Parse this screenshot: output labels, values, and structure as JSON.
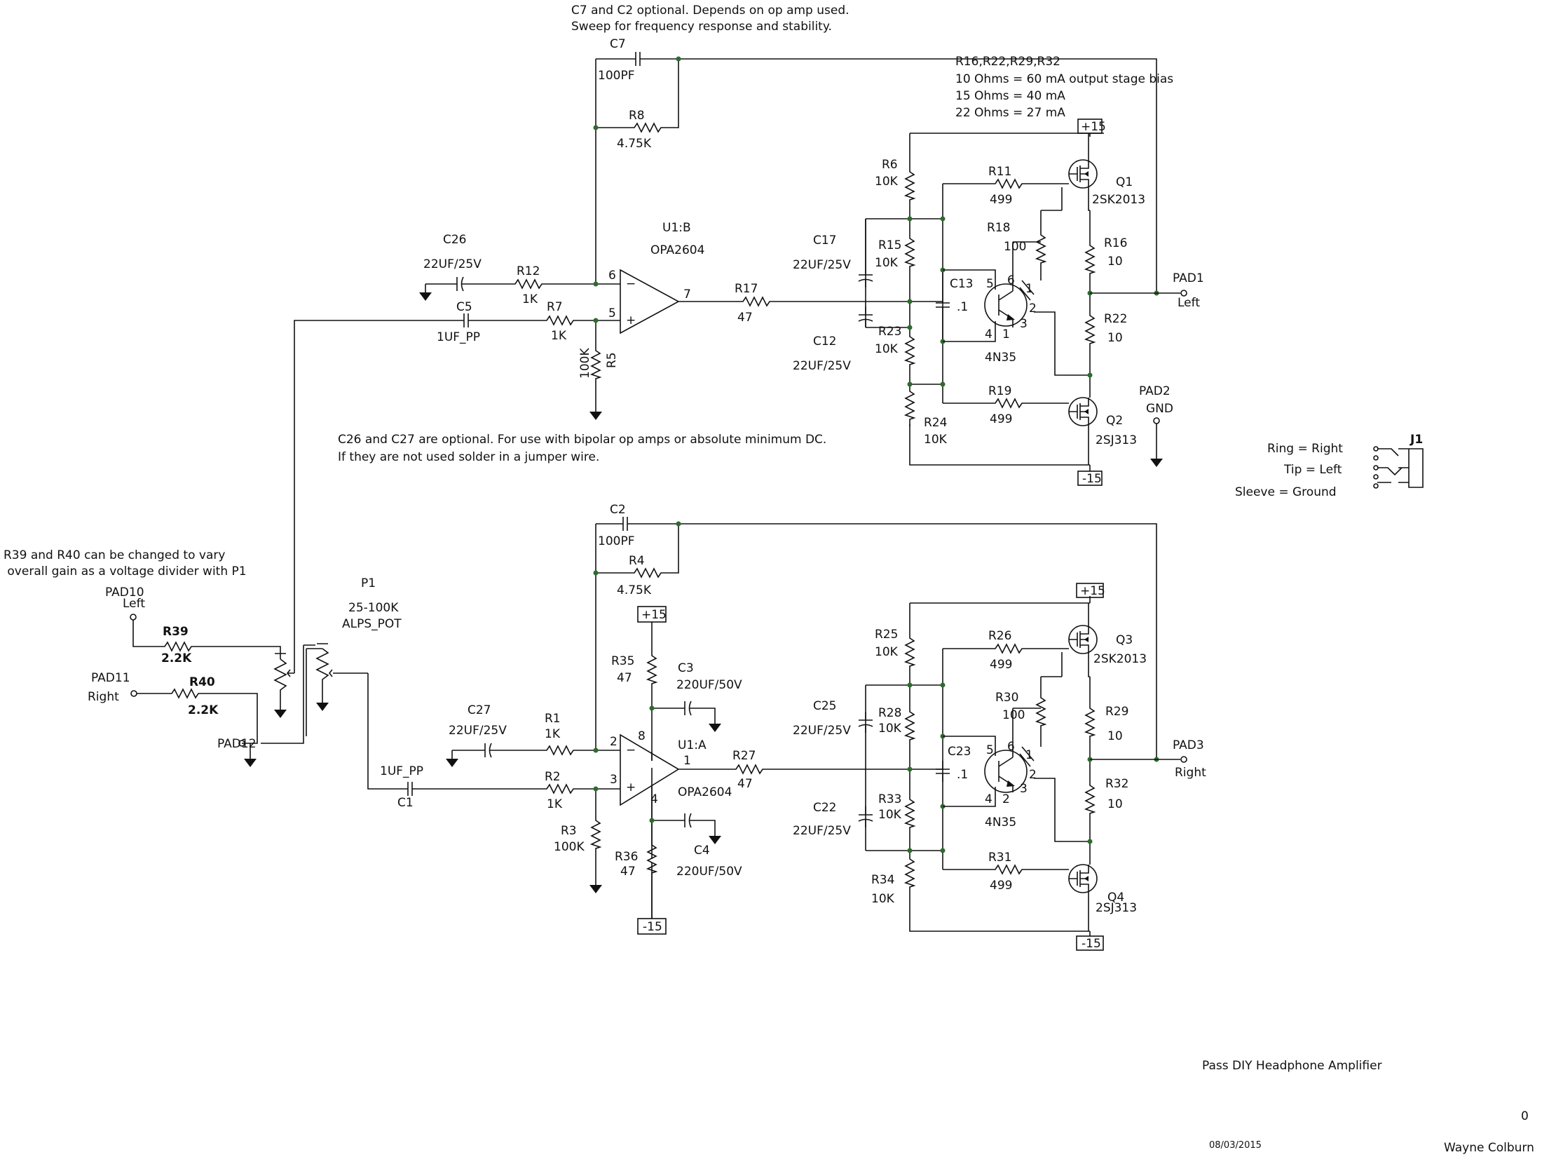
{
  "notes": {
    "c7_c2_line1": "C7 and C2 optional. Depends on op amp used.",
    "c7_c2_line2": "Sweep for frequency response and stability.",
    "bias_title": "R16,R22,R29,R32",
    "bias_line1": "10 Ohms = 60 mA output stage bias",
    "bias_line2": "15 Ohms = 40 mA",
    "bias_line3": "22 Ohms = 27 mA",
    "c26_c27_line1": "C26 and C27 are optional. For use with bipolar op amps or absolute minimum DC.",
    "c26_c27_line2": "If they are not used solder in a jumper wire.",
    "r39_r40_line1": "R39 and R40 can be changed to vary",
    "r39_r40_line2": " overall gain as a voltage divider with P1"
  },
  "jack": {
    "ref": "J1",
    "ring": "Ring = Right",
    "tip": "Tip = Left",
    "sleeve": "Sleeve = Ground"
  },
  "title_block": {
    "title": "Pass DIY Headphone Amplifier",
    "sheet": "0",
    "date": "08/03/2015",
    "author": "Wayne Colburn"
  },
  "rails": {
    "pos": "+15",
    "neg": "-15"
  },
  "components": {
    "C7": {
      "ref": "C7",
      "val": "100PF"
    },
    "R8": {
      "ref": "R8",
      "val": "4.75K"
    },
    "C26": {
      "ref": "C26",
      "val": "22UF/25V"
    },
    "R12": {
      "ref": "R12",
      "val": "1K"
    },
    "C5": {
      "ref": "C5",
      "val": "1UF_PP"
    },
    "R7": {
      "ref": "R7",
      "val": "1K"
    },
    "R5": {
      "ref": "R5",
      "val": "100K"
    },
    "U1B": {
      "ref": "U1:B",
      "val": "OPA2604"
    },
    "R17": {
      "ref": "R17",
      "val": "47"
    },
    "C17": {
      "ref": "C17",
      "val": "22UF/25V"
    },
    "C12": {
      "ref": "C12",
      "val": "22UF/25V"
    },
    "R6": {
      "ref": "R6",
      "val": "10K"
    },
    "R15": {
      "ref": "R15",
      "val": "10K"
    },
    "R23": {
      "ref": "R23",
      "val": "10K"
    },
    "R24": {
      "ref": "R24",
      "val": "10K"
    },
    "R11": {
      "ref": "R11",
      "val": "499"
    },
    "R19": {
      "ref": "R19",
      "val": "499"
    },
    "R18": {
      "ref": "R18",
      "val": "100"
    },
    "C13": {
      "ref": "C13",
      "val": ".1"
    },
    "OC1": {
      "val": "4N35"
    },
    "Q1": {
      "ref": "Q1",
      "val": "2SK2013"
    },
    "Q2": {
      "ref": "Q2",
      "val": "2SJ313"
    },
    "R16": {
      "ref": "R16",
      "val": "10"
    },
    "R22": {
      "ref": "R22",
      "val": "10"
    },
    "PAD1": {
      "ref": "PAD1",
      "val": "Left"
    },
    "PAD2": {
      "ref": "PAD2",
      "val": "GND"
    },
    "PAD10": {
      "ref": "PAD10",
      "val": "Left"
    },
    "PAD11": {
      "ref": "PAD11",
      "val": "Right"
    },
    "PAD12": {
      "ref": "PAD12"
    },
    "R39": {
      "ref": "R39",
      "val": "2.2K"
    },
    "R40": {
      "ref": "R40",
      "val": "2.2K"
    },
    "P1": {
      "ref": "P1",
      "val": "25-100K",
      "val2": "ALPS_POT"
    },
    "C2": {
      "ref": "C2",
      "val": "100PF"
    },
    "R4": {
      "ref": "R4",
      "val": "4.75K"
    },
    "R35": {
      "ref": "R35",
      "val": "47"
    },
    "R36": {
      "ref": "R36",
      "val": "47"
    },
    "C3": {
      "ref": "C3",
      "val": "220UF/50V"
    },
    "C4": {
      "ref": "C4",
      "val": "220UF/50V"
    },
    "C27": {
      "ref": "C27",
      "val": "22UF/25V"
    },
    "R1": {
      "ref": "R1",
      "val": "1K"
    },
    "R2": {
      "ref": "R2",
      "val": "1K"
    },
    "R3": {
      "ref": "R3",
      "val": "100K"
    },
    "C1": {
      "ref": "C1",
      "val": "1UF_PP"
    },
    "U1A": {
      "ref": "U1:A",
      "val": "OPA2604"
    },
    "R27": {
      "ref": "R27",
      "val": "47"
    },
    "C25": {
      "ref": "C25",
      "val": "22UF/25V"
    },
    "C22": {
      "ref": "C22",
      "val": "22UF/25V"
    },
    "R25": {
      "ref": "R25",
      "val": "10K"
    },
    "R28": {
      "ref": "R28",
      "val": "10K"
    },
    "R33": {
      "ref": "R33",
      "val": "10K"
    },
    "R34": {
      "ref": "R34",
      "val": "10K"
    },
    "R26": {
      "ref": "R26",
      "val": "499"
    },
    "R31": {
      "ref": "R31",
      "val": "499"
    },
    "R30": {
      "ref": "R30",
      "val": "100"
    },
    "C23": {
      "ref": "C23",
      "val": ".1"
    },
    "OC2": {
      "val": "4N35"
    },
    "Q3": {
      "ref": "Q3",
      "val": "2SK2013"
    },
    "Q4": {
      "ref": "Q4",
      "val": "2SJ313"
    },
    "R29": {
      "ref": "R29",
      "val": "10"
    },
    "R32": {
      "ref": "R32",
      "val": "10"
    },
    "PAD3": {
      "ref": "PAD3",
      "val": "Right"
    }
  },
  "pins": {
    "u1b_inv": "6",
    "u1b_noninv": "5",
    "u1b_out": "7",
    "u1a_inv": "2",
    "u1a_noninv": "3",
    "u1a_out": "1",
    "u1a_vplus": "8",
    "u1a_vminus": "4",
    "oc1_p5": "5",
    "oc1_p6": "6",
    "oc1_p1": "1",
    "oc1_p2": "2",
    "oc1_p3": "3",
    "oc1_p4": "4",
    "oc1_p1b": "1",
    "oc2_p5": "5",
    "oc2_p6": "6",
    "oc2_p1": "1",
    "oc2_p2": "2",
    "oc2_p3": "3",
    "oc2_p4": "4",
    "oc2_p2b": "2"
  }
}
